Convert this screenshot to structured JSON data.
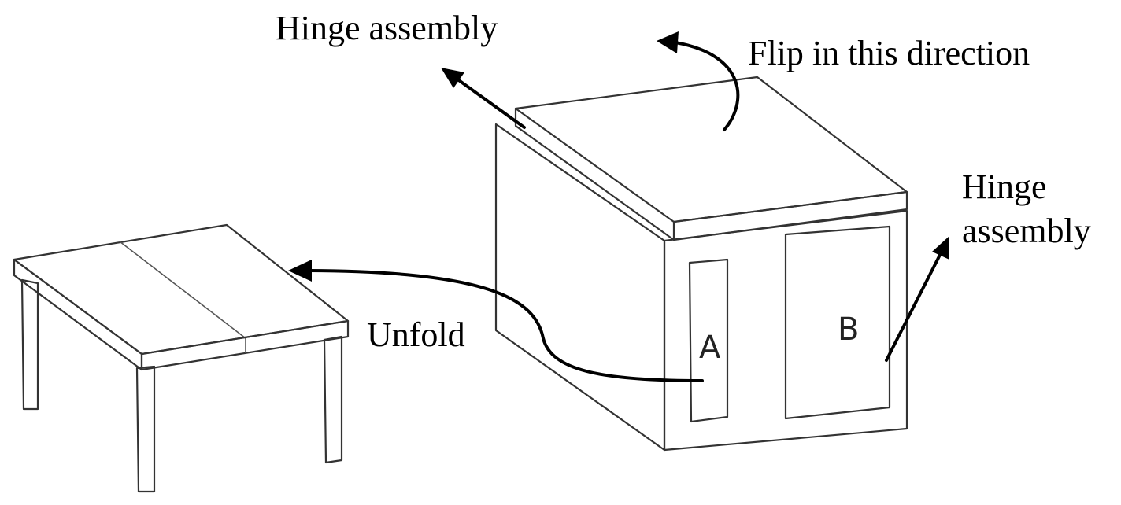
{
  "labels": {
    "hinge_top": "Hinge assembly",
    "flip": "Flip in this direction",
    "hinge_right_line1": "Hinge",
    "hinge_right_line2": "assembly",
    "unfold": "Unfold",
    "door_a": "A",
    "door_b": "B"
  }
}
